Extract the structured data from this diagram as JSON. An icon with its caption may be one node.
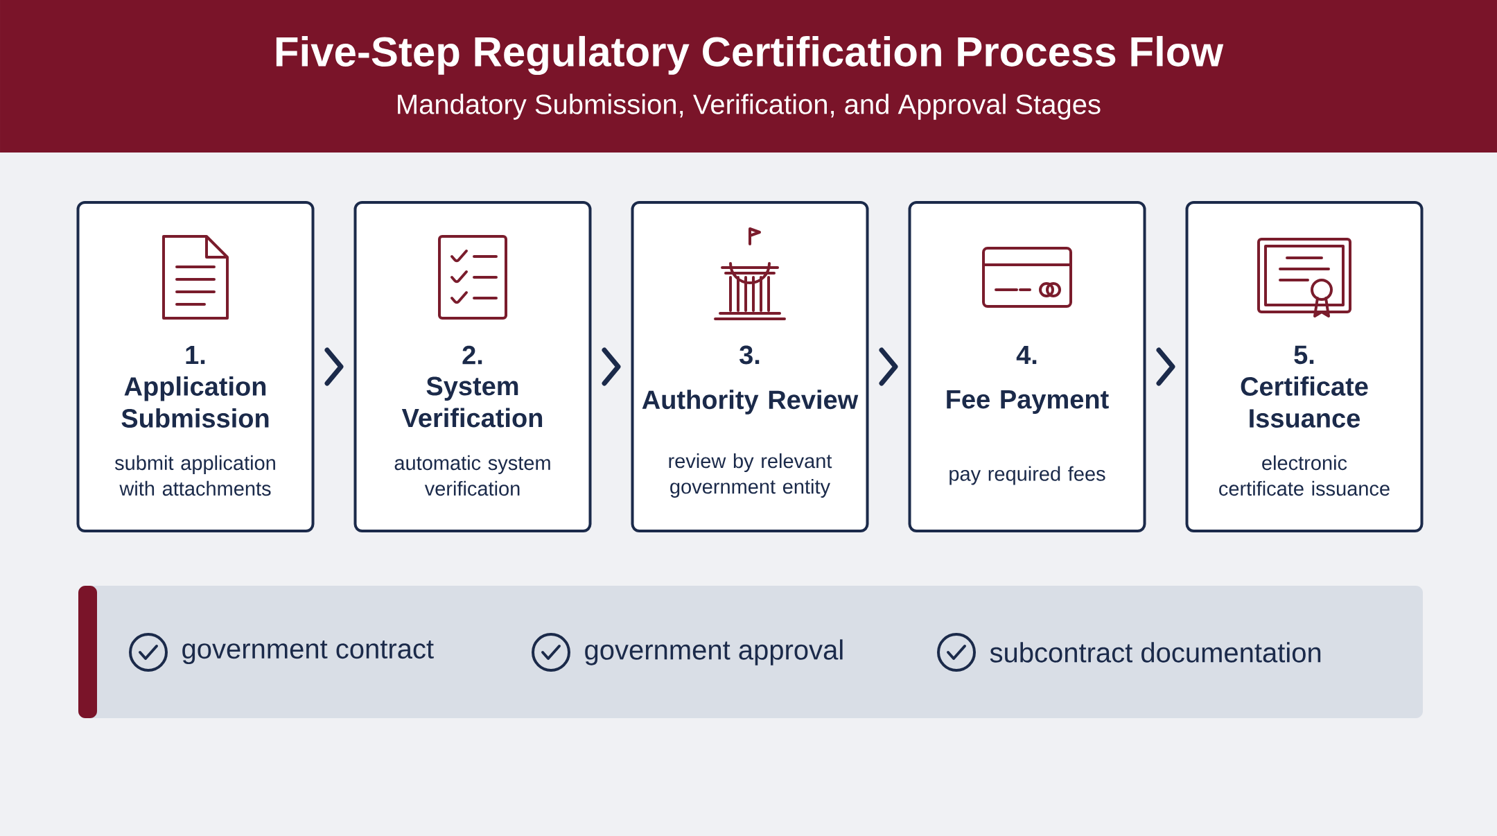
{
  "diagram": {
    "title": "Five-Step Regulatory Certification Process Flow",
    "nodes": [
      {
        "text": [
          "1.",
          "Application Submission",
          "submit application with attachments"
        ]
      },
      {
        "text": [
          "2.",
          "System Verification",
          "automatic system verification"
        ]
      },
      {
        "text": [
          "3.",
          "Authority Review",
          "review by relevant government entity"
        ]
      },
      {
        "text": [
          "4.",
          "Fee Payment",
          "pay required fees"
        ]
      },
      {
        "text": [
          "5.",
          "Certificate Issuance",
          "electronic certificate issuance"
        ]
      }
    ],
    "edges": [
      {
        "from": 0,
        "to": 1,
        "arrow": "to"
      },
      {
        "from": 1,
        "to": 2,
        "arrow": "to"
      },
      {
        "from": 2,
        "to": 3,
        "arrow": "to"
      },
      {
        "from": 3,
        "to": 4,
        "arrow": "to"
      }
    ],
    "labels": [
      "Mandatory Submission, Verification, and Approval Stages",
      "government contract",
      "government approval",
      "subcontract documentation"
    ]
  }
}
